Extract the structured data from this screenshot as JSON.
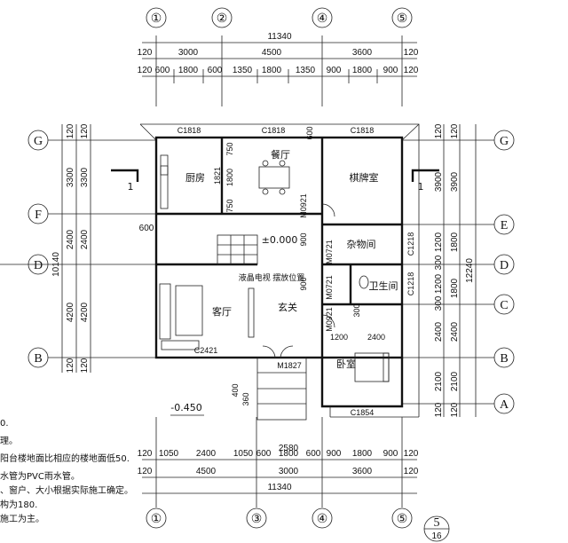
{
  "axes": {
    "top": [
      "①",
      "②",
      "④",
      "⑤"
    ],
    "bottom": [
      "①",
      "③",
      "④",
      "⑤"
    ],
    "left": [
      "G",
      "F",
      "D",
      "B"
    ],
    "right": [
      "G",
      "E",
      "D",
      "C",
      "B",
      "A"
    ]
  },
  "dims": {
    "top_total": "11340",
    "top_row1": [
      "120",
      "3000",
      "4500",
      "3600",
      "120"
    ],
    "top_row2": [
      "120",
      "600",
      "1800",
      "600",
      "1350",
      "1800",
      "1350",
      "900",
      "1800",
      "900",
      "120"
    ],
    "bottom_total": "11340",
    "bottom_row1": [
      "120",
      "4500",
      "3000",
      "3600",
      "120"
    ],
    "bottom_row2": [
      "120",
      "1050",
      "2400",
      "1050",
      "600",
      "1800",
      "600",
      "900",
      "1800",
      "900",
      "120"
    ],
    "bottom_stair": "2580",
    "left_total": "10140",
    "left_row1": [
      "120",
      "3300",
      "2400",
      "4200",
      "120"
    ],
    "left_row2": [
      "120",
      "3300",
      "2400",
      "4200",
      "120"
    ],
    "right_total": "12240",
    "right_row1": [
      "120",
      "3900",
      "1200",
      "300",
      "1200",
      "300",
      "2400",
      "2100",
      "120"
    ],
    "right_row2": [
      "120",
      "3900",
      "1800",
      "1800",
      "2400",
      "2100",
      "120"
    ]
  },
  "rooms": {
    "kitchen": "厨房",
    "dining": "餐厅",
    "chess": "棋牌室",
    "storage": "杂物间",
    "bath": "卫生间",
    "living": "客厅",
    "foyer": "玄关",
    "bedroom": "卧室"
  },
  "tags": {
    "c1818_a": "C1818",
    "c1818_b": "C1818",
    "c1818_c": "C1818",
    "c2421": "C2421",
    "c1854": "C1854",
    "m1827": "M1827",
    "m0921_a": "M0921",
    "m0921_b": "M0921",
    "m0721_a": "M0721",
    "m0721_b": "M0721",
    "c1218_a": "C1218",
    "c1218_b": "C1218",
    "kitchen_w": "1821",
    "level0": "±0.000",
    "level_out": "-0.450",
    "tv_label": "液晶电视  摆放位置",
    "section": "1",
    "page": "5",
    "page_total": "16",
    "dim_600_left": "600",
    "dim_600_top": "600",
    "dim_750_a": "750",
    "dim_1800": "1800",
    "dim_750_b": "750",
    "dim_900_a": "900",
    "dim_900_b": "900",
    "dim_300": "300",
    "dim_1200": "1200",
    "dim_2400": "2400",
    "dim_400": "400",
    "dim_360": "360"
  },
  "notes": [
    "0.",
    "理。",
    "阳台楼地面比相应的楼地面低50.",
    "水管为PVC雨水管。",
    "、窗户、大小根据实际施工确定。",
    "构为180.",
    "施工为主。"
  ]
}
